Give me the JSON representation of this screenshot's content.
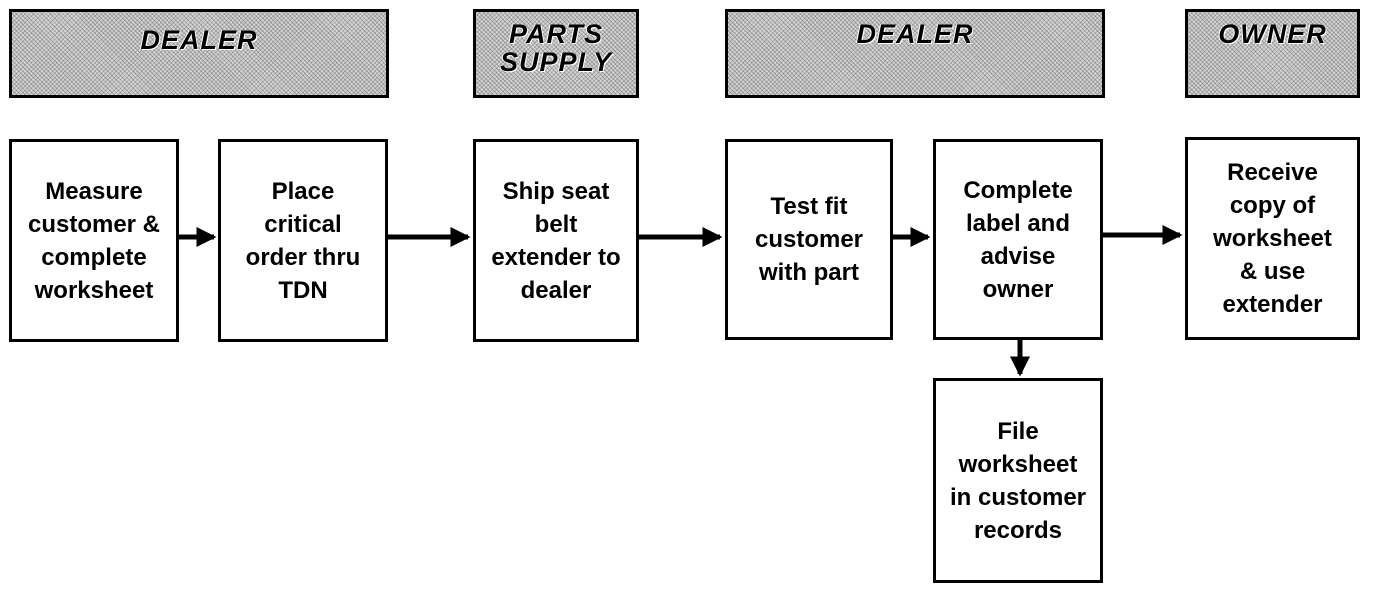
{
  "headers": [
    {
      "id": "dealer-1",
      "label": "DEALER"
    },
    {
      "id": "parts-supply",
      "label": "PARTS\nSUPPLY"
    },
    {
      "id": "dealer-2",
      "label": "DEALER"
    },
    {
      "id": "owner",
      "label": "OWNER"
    }
  ],
  "steps": [
    {
      "id": "measure",
      "label": "Measure\ncustomer &\ncomplete\nworksheet"
    },
    {
      "id": "place-order",
      "label": "Place\ncritical\norder thru\nTDN"
    },
    {
      "id": "ship",
      "label": "Ship seat\nbelt\nextender to\ndealer"
    },
    {
      "id": "test-fit",
      "label": "Test fit\ncustomer\nwith part"
    },
    {
      "id": "complete-label",
      "label": "Complete\nlabel and\nadvise\nowner"
    },
    {
      "id": "receive",
      "label": "Receive\ncopy of\nworksheet\n& use\nextender"
    },
    {
      "id": "file",
      "label": "File\nworksheet\nin customer\nrecords"
    }
  ]
}
